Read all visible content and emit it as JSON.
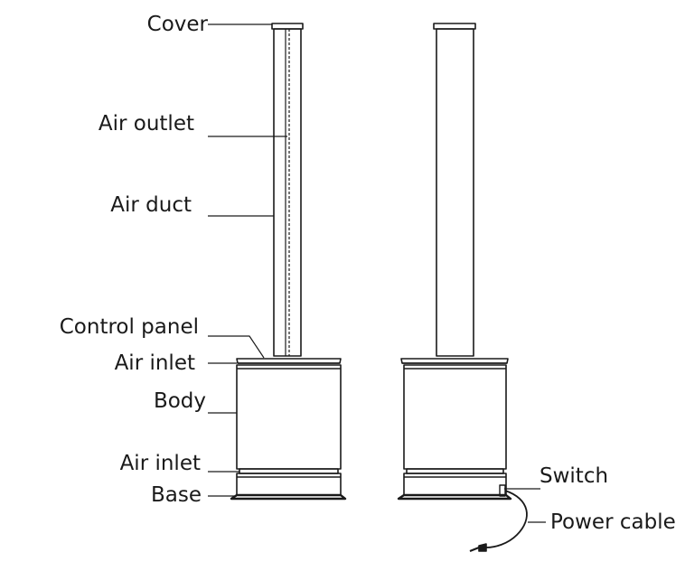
{
  "labels": {
    "cover": "Cover",
    "air_outlet": "Air outlet",
    "air_duct": "Air duct",
    "control_panel": "Control panel",
    "air_inlet_top": "Air inlet",
    "body": "Body",
    "air_inlet_bottom": "Air inlet",
    "base": "Base",
    "switch": "Switch",
    "power_cable": "Power cable"
  },
  "colors": {
    "line": "#1a1a1a",
    "background": "#ffffff"
  }
}
